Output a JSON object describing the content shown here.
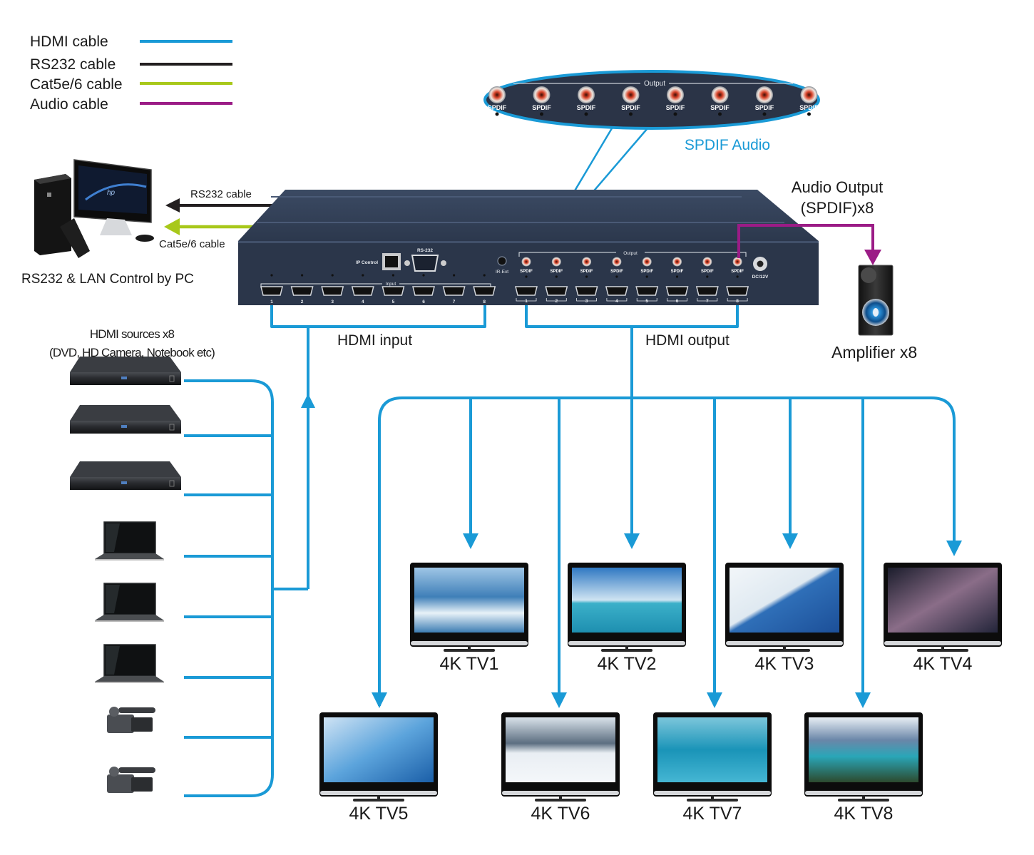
{
  "legend": {
    "items": [
      {
        "label": "HDMI cable",
        "color": "#1a9ad6"
      },
      {
        "label": "RS232 cable",
        "color": "#231f20"
      },
      {
        "label": "Cat5e/6 cable",
        "color": "#a8c81a"
      },
      {
        "label": "Audio cable",
        "color": "#9b1c86"
      }
    ]
  },
  "colors": {
    "hdmi": "#1a9ad6",
    "rs232": "#231f20",
    "cat": "#a8c81a",
    "audio": "#9b1c86",
    "chassis": "#2e3b52",
    "chassis_dark": "#1f2a3d",
    "rca": "#d9452b"
  },
  "pc": {
    "rs232_cable_label": "RS232 cable",
    "cat_cable_label": "Cat5e/6 cable",
    "caption": "RS232 & LAN Control by PC"
  },
  "spdif_callout": {
    "header": "Output",
    "port_label": "SPDIF",
    "port_count": 8,
    "caption": "SPDIF Audio"
  },
  "matrix": {
    "ip_control_label": "IP Control",
    "rs232_label": "RS-232",
    "ir_label": "IR-Ext",
    "input_header": "Input",
    "output_header": "Output",
    "spdif_label": "SPDIF",
    "dc_label": "DC/12V",
    "port_numbers": [
      "1",
      "2",
      "3",
      "4",
      "5",
      "6",
      "7",
      "8"
    ]
  },
  "audio_output": {
    "caption_line1": "Audio Output",
    "caption_line2": "(SPDIF)x8",
    "amplifier_label": "Amplifier x8"
  },
  "hdmi_input_label": "HDMI input",
  "hdmi_output_label": "HDMI output",
  "sources": {
    "title_line1": "HDMI sources x8",
    "title_line2": "(DVD, HD Camera, Notebook etc)",
    "devices": [
      "dvd-player",
      "dvd-player",
      "dvd-player",
      "notebook",
      "notebook",
      "notebook",
      "hd-camera",
      "hd-camera"
    ]
  },
  "displays": [
    {
      "label": "4K TV1",
      "scene": "windsurfing"
    },
    {
      "label": "4K TV2",
      "scene": "dolphin"
    },
    {
      "label": "4K TV3",
      "scene": "skier"
    },
    {
      "label": "4K TV4",
      "scene": "woman"
    },
    {
      "label": "4K TV5",
      "scene": "wave-dolphin"
    },
    {
      "label": "4K TV6",
      "scene": "snow-landscape"
    },
    {
      "label": "4K TV7",
      "scene": "ocean-dolphin"
    },
    {
      "label": "4K TV8",
      "scene": "mountain-lake"
    }
  ]
}
